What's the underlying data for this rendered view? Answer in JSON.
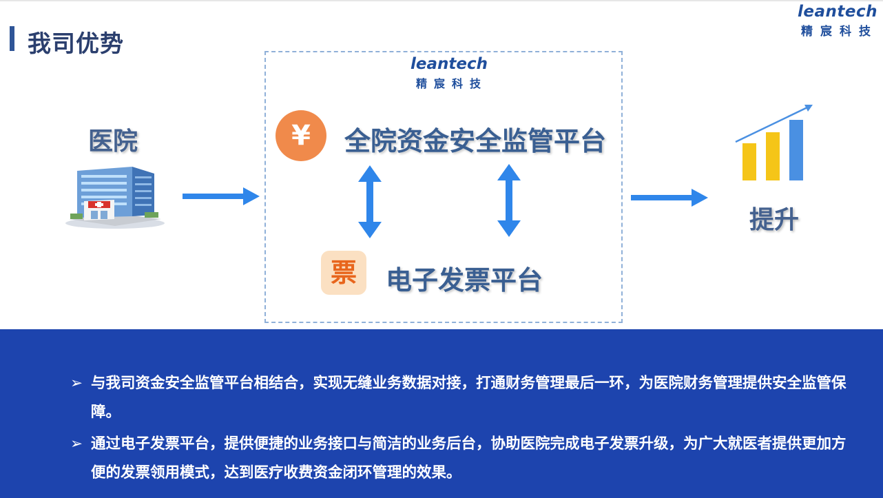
{
  "header": {
    "title": "我司优势",
    "logo_en": "leantech",
    "logo_cn": "精宸科技"
  },
  "diagram": {
    "hospital_label": "医院",
    "box_logo_en": "leantech",
    "box_logo_cn": "精宸科技",
    "fund_icon_glyph": "¥",
    "fund_platform_label": "全院资金安全监管平台",
    "invoice_icon_glyph": "票",
    "invoice_platform_label": "电子发票平台",
    "improve_label": "提升",
    "icons": [
      "hospital-building-icon",
      "yen-icon",
      "ticket-icon",
      "growth-chart-icon"
    ],
    "colors": {
      "arrow": "#2f86ea",
      "yen_circle": "#f08a4b",
      "ticket_bg": "#fbe0c2",
      "ticket_text": "#e8651c",
      "bar_yellow": "#f5c518",
      "bar_blue": "#4a90e2",
      "bottom_panel": "#1d44ae"
    }
  },
  "bullets": {
    "marker": "➢",
    "items": [
      "与我司资金安全监管平台相结合，实现无缝业务数据对接，打通财务管理最后一环，为医院财务管理提供安全监管保障。",
      "通过电子发票平台，提供便捷的业务接口与简洁的业务后台，协助医院完成电子发票升级，为广大就医者提供更加方便的发票领用模式，达到医疗收费资金闭环管理的效果。"
    ]
  }
}
